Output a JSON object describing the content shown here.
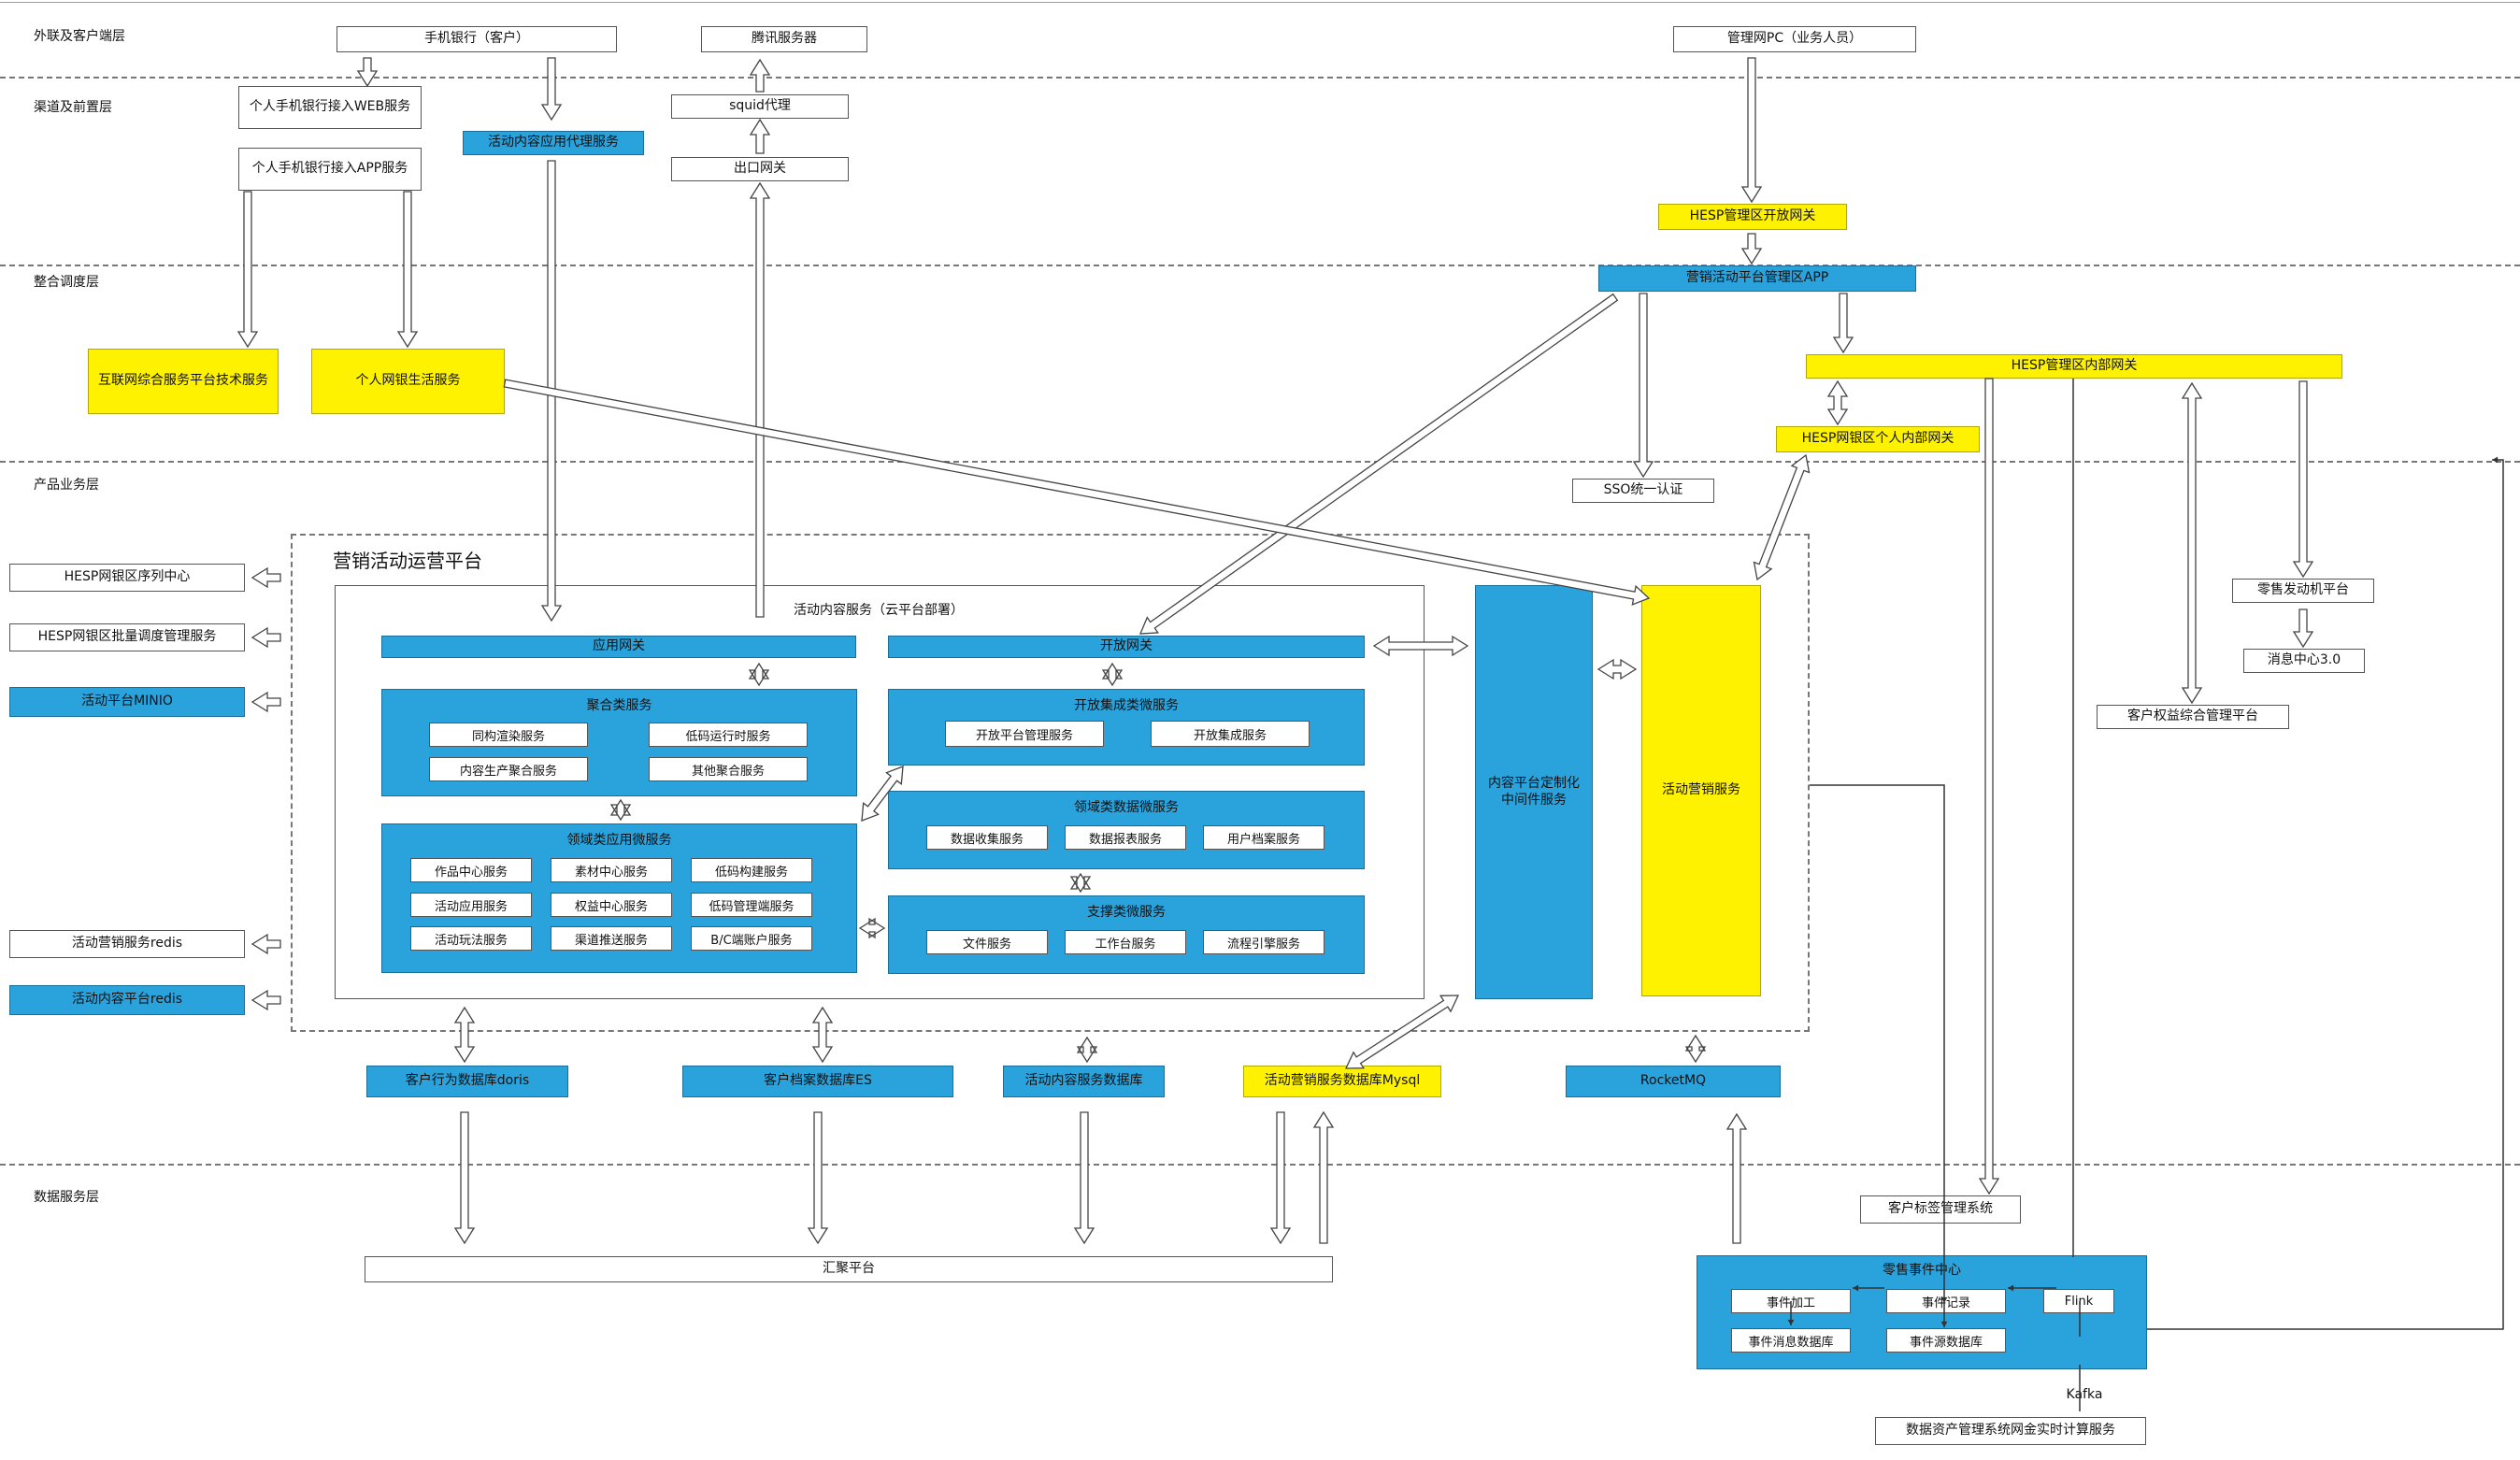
{
  "layers": {
    "l1": "外联及客户端层",
    "l2": "渠道及前置层",
    "l3": "整合调度层",
    "l4": "产品业务层",
    "l5": "数据服务层"
  },
  "top": {
    "mobile_bank": "手机银行（客户）",
    "tencent": "腾讯服务器",
    "mgmt_pc": "管理网PC（业务人员）"
  },
  "channel": {
    "web": "个人手机银行接入WEB服务",
    "app": "个人手机银行接入APP服务",
    "proxy": "活动内容应用代理服务",
    "squid": "squid代理",
    "egress": "出口网关",
    "hesp_open": "HESP管理区开放网关"
  },
  "integration": {
    "internet_platform": "互联网综合服务平台技术服务",
    "personal_life": "个人网银生活服务",
    "mgmt_app": "营销活动平台管理区APP",
    "hesp_inner": "HESP管理区内部网关",
    "hesp_personal": "HESP网银区个人内部网关",
    "sso": "SSO统一认证"
  },
  "product": {
    "platform_title": "营销活动运营平台",
    "cloud_title": "活动内容服务（云平台部署）",
    "app_gateway": "应用网关",
    "open_gateway": "开放网关",
    "agg": {
      "title": "聚合类服务",
      "items": [
        "同构渲染服务",
        "低码运行时服务",
        "内容生产聚合服务",
        "其他聚合服务"
      ]
    },
    "openint": {
      "title": "开放集成类微服务",
      "items": [
        "开放平台管理服务",
        "开放集成服务"
      ]
    },
    "domain": {
      "title": "领域类应用微服务",
      "items": [
        "作品中心服务",
        "素材中心服务",
        "低码构建服务",
        "活动应用服务",
        "权益中心服务",
        "低码管理端服务",
        "活动玩法服务",
        "渠道推送服务",
        "B/C端账户服务"
      ]
    },
    "domaindata": {
      "title": "领域类数据微服务",
      "items": [
        "数据收集服务",
        "数据报表服务",
        "用户档案服务"
      ]
    },
    "support": {
      "title": "支撑类微服务",
      "items": [
        "文件服务",
        "工作台服务",
        "流程引擎服务"
      ]
    },
    "middleware": "内容平台定制化中间件服务",
    "marketing": "活动营销服务",
    "left": [
      "HESP网银区序列中心",
      "HESP网银区批量调度管理服务",
      "活动平台MINIO",
      "活动营销服务redis",
      "活动内容平台redis"
    ],
    "retail_engine": "零售发动机平台",
    "msg_center": "消息中心3.0",
    "rights_platform": "客户权益综合管理平台",
    "db": [
      "客户行为数据库doris",
      "客户档案数据库ES",
      "活动内容服务数据库",
      "活动营销服务数据库Mysql",
      "RocketMQ"
    ]
  },
  "data": {
    "hub": "汇聚平台",
    "tag_system": "客户标签管理系统",
    "event_center": {
      "title": "零售事件中心",
      "proc": "事件加工",
      "record": "事件记录",
      "flink": "Flink",
      "msgdb": "事件消息数据库",
      "srcdb": "事件源数据库"
    },
    "kafka": "Kafka",
    "asset_system": "数据资产管理系统网金实时计算服务"
  },
  "colors": {
    "blue": "#2aa3dd",
    "yellow": "#fff200"
  }
}
